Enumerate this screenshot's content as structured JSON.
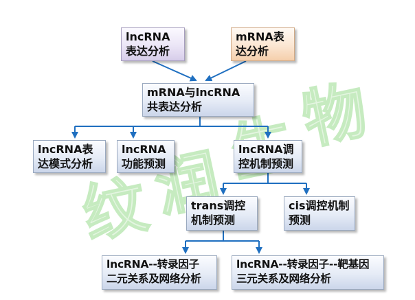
{
  "watermark": {
    "chars": [
      "纹",
      "润",
      "生",
      "物"
    ],
    "fill": "#e4f5e1",
    "stroke": "#c6ebc0"
  },
  "colors": {
    "arrow_blue": "#1f6fc0",
    "box_blue": "#dce4f2",
    "box_purple": "#e6e0f2",
    "box_orange": "#fbe3cc"
  },
  "nodes": {
    "lncrna_expr": "lncRNA\n表达分析",
    "mrna_expr": "mRNA表\n达分析",
    "coexpr": "mRNA与lncRNA\n共表达分析",
    "expr_pattern": "lncRNA表\n达模式分析",
    "func_pred": "lncRNA\n功能预测",
    "reg_pred": "lncRNA调\n控机制预测",
    "trans_pred": "trans调控\n机制预测",
    "cis_pred": "cis调控机制\n预测",
    "binary_net": "lncRNA--转录因子\n二元关系及网络分析",
    "ternary_net": "lncRNA--转录因子--靶基因\n三元关系及网络分析"
  }
}
